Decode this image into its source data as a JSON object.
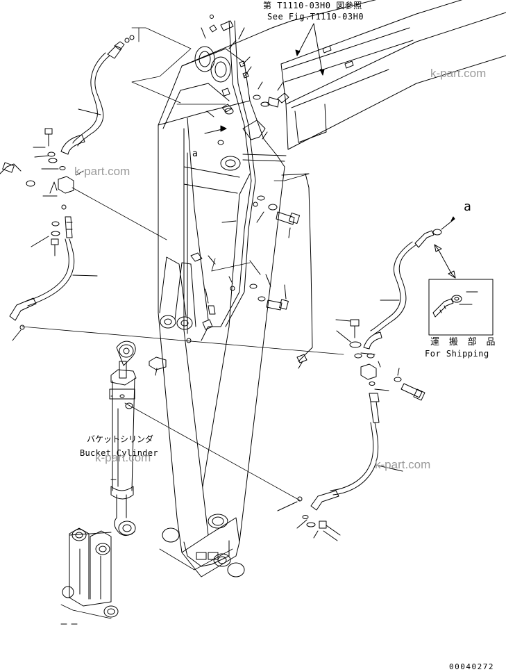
{
  "reference_note": {
    "japanese": "第 T1110-03H0 図参照",
    "english": "See Fig.T1110-03H0"
  },
  "callout_a": "a",
  "arrow_to_a": "a",
  "shipping_note": {
    "japanese": "運 搬 部 品",
    "english": "For Shipping"
  },
  "bucket_cylinder": {
    "japanese": "バケットシリンダ",
    "english": "Bucket Cylinder"
  },
  "watermark": "k-part.com",
  "drawing_number": "00040272",
  "colors": {
    "line": "#000000",
    "watermark": "#9a9a9a",
    "background": "#ffffff"
  }
}
